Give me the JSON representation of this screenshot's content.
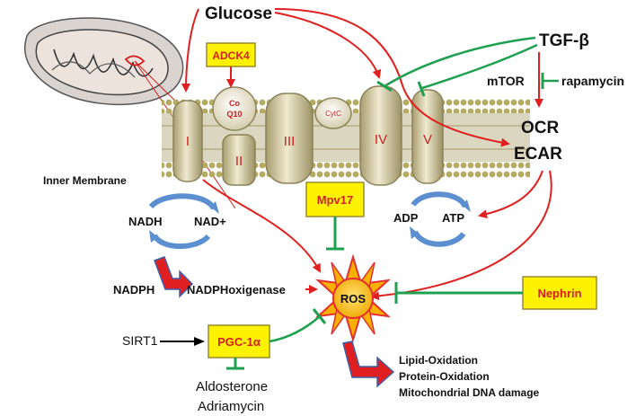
{
  "nodes": {
    "glucose": "Glucose",
    "tgfb": "TGF-β",
    "mtor": "mTOR",
    "rapamycin": "rapamycin",
    "ocr": "OCR",
    "ecar": "ECAR",
    "adck4": "ADCK4",
    "coq10_line1": "Co",
    "coq10_line2": "Q10",
    "cytc": "CytC",
    "complex1": "I",
    "complex2": "II",
    "complex3": "III",
    "complex4": "IV",
    "complex5": "V",
    "inner_membrane": "Inner Membrane",
    "nadh": "NADH",
    "nad_plus": "NAD+",
    "adp": "ADP",
    "atp": "ATP",
    "mpv17": "Mpv17",
    "nadph": "NADPH",
    "nadph_oxigenase": "NADPHoxigenase",
    "ros": "ROS",
    "nephrin": "Nephrin",
    "sirt1": "SIRT1",
    "pgc1a": "PGC-1α",
    "aldosterone": "Aldosterone",
    "adriamycin": "Adriamycin",
    "lipid_oxidation": "Lipid-Oxidation",
    "protein_oxidation": "Protein-Oxidation",
    "mtdna_damage": "Mitochondrial  DNA damage"
  },
  "colors": {
    "activation_arrow": "#e02020",
    "inhibition": "#1fa050",
    "highlight_box": "#fff200",
    "highlight_border": "#9a8a30",
    "membrane": "#b8ad6a",
    "complex": "#cfc6a0",
    "ros_sun": "#ffc000",
    "ros_core": "#f7b500"
  }
}
